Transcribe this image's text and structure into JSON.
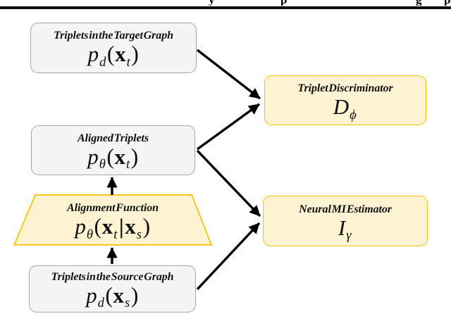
{
  "header": {
    "fragments": [
      "y",
      "p",
      "g",
      "p"
    ]
  },
  "colors": {
    "node_gray_fill": "#f4f4f4",
    "node_gray_border": "#a6a6a6",
    "node_yellow_fill": "#fdf3d2",
    "node_yellow_border": "#fdc101",
    "arrow": "#000000"
  },
  "nodes": {
    "target": {
      "title": "Triplets in the Target Graph",
      "formula_text": "p_d(x_t)",
      "formula": [
        {
          "t": "p",
          "k": "f-it"
        },
        {
          "t": "d",
          "k": "f-sub"
        },
        {
          "t": "(",
          "k": "f-par"
        },
        {
          "t": "x",
          "k": "f-b"
        },
        {
          "t": "t",
          "k": "f-sub"
        },
        {
          "t": ")",
          "k": "f-par"
        }
      ]
    },
    "discriminator": {
      "title": "Triplet Discriminator",
      "formula_text": "D_ϕ",
      "formula": [
        {
          "t": "D",
          "k": "f-it"
        },
        {
          "t": "ϕ",
          "k": "f-sub"
        }
      ]
    },
    "aligned": {
      "title": "Aligned Triplets",
      "formula_text": "p_θ(x_t)",
      "formula": [
        {
          "t": "p",
          "k": "f-it"
        },
        {
          "t": "θ",
          "k": "f-sub"
        },
        {
          "t": "(",
          "k": "f-par"
        },
        {
          "t": "x",
          "k": "f-b"
        },
        {
          "t": "t",
          "k": "f-sub"
        },
        {
          "t": ")",
          "k": "f-par"
        }
      ]
    },
    "alignment": {
      "title": "Alignment Function",
      "formula_text": "p_θ(x_t|x_s)",
      "formula": [
        {
          "t": "p",
          "k": "f-it"
        },
        {
          "t": "θ",
          "k": "f-sub"
        },
        {
          "t": "(",
          "k": "f-par"
        },
        {
          "t": "x",
          "k": "f-b"
        },
        {
          "t": "t",
          "k": "f-sub"
        },
        {
          "t": "|",
          "k": "f-bar"
        },
        {
          "t": "x",
          "k": "f-b"
        },
        {
          "t": "s",
          "k": "f-sub"
        },
        {
          "t": ")",
          "k": "f-par"
        }
      ]
    },
    "source": {
      "title": "Triplets in the Source Graph",
      "formula_text": "p_d(x_s)",
      "formula": [
        {
          "t": "p",
          "k": "f-it"
        },
        {
          "t": "d",
          "k": "f-sub"
        },
        {
          "t": "(",
          "k": "f-par"
        },
        {
          "t": "x",
          "k": "f-b"
        },
        {
          "t": "s",
          "k": "f-sub"
        },
        {
          "t": ")",
          "k": "f-par"
        }
      ]
    },
    "mi": {
      "title": "Neural MI Estimator",
      "formula_text": "I_γ",
      "formula": [
        {
          "t": "I",
          "k": "f-it"
        },
        {
          "t": "γ",
          "k": "f-sub"
        }
      ]
    }
  },
  "edges": [
    {
      "from": "target",
      "to": "discriminator"
    },
    {
      "from": "aligned",
      "to": "discriminator"
    },
    {
      "from": "aligned",
      "to": "mi"
    },
    {
      "from": "source",
      "to": "mi"
    },
    {
      "from": "alignment",
      "to": "aligned"
    },
    {
      "from": "source",
      "to": "alignment"
    }
  ]
}
